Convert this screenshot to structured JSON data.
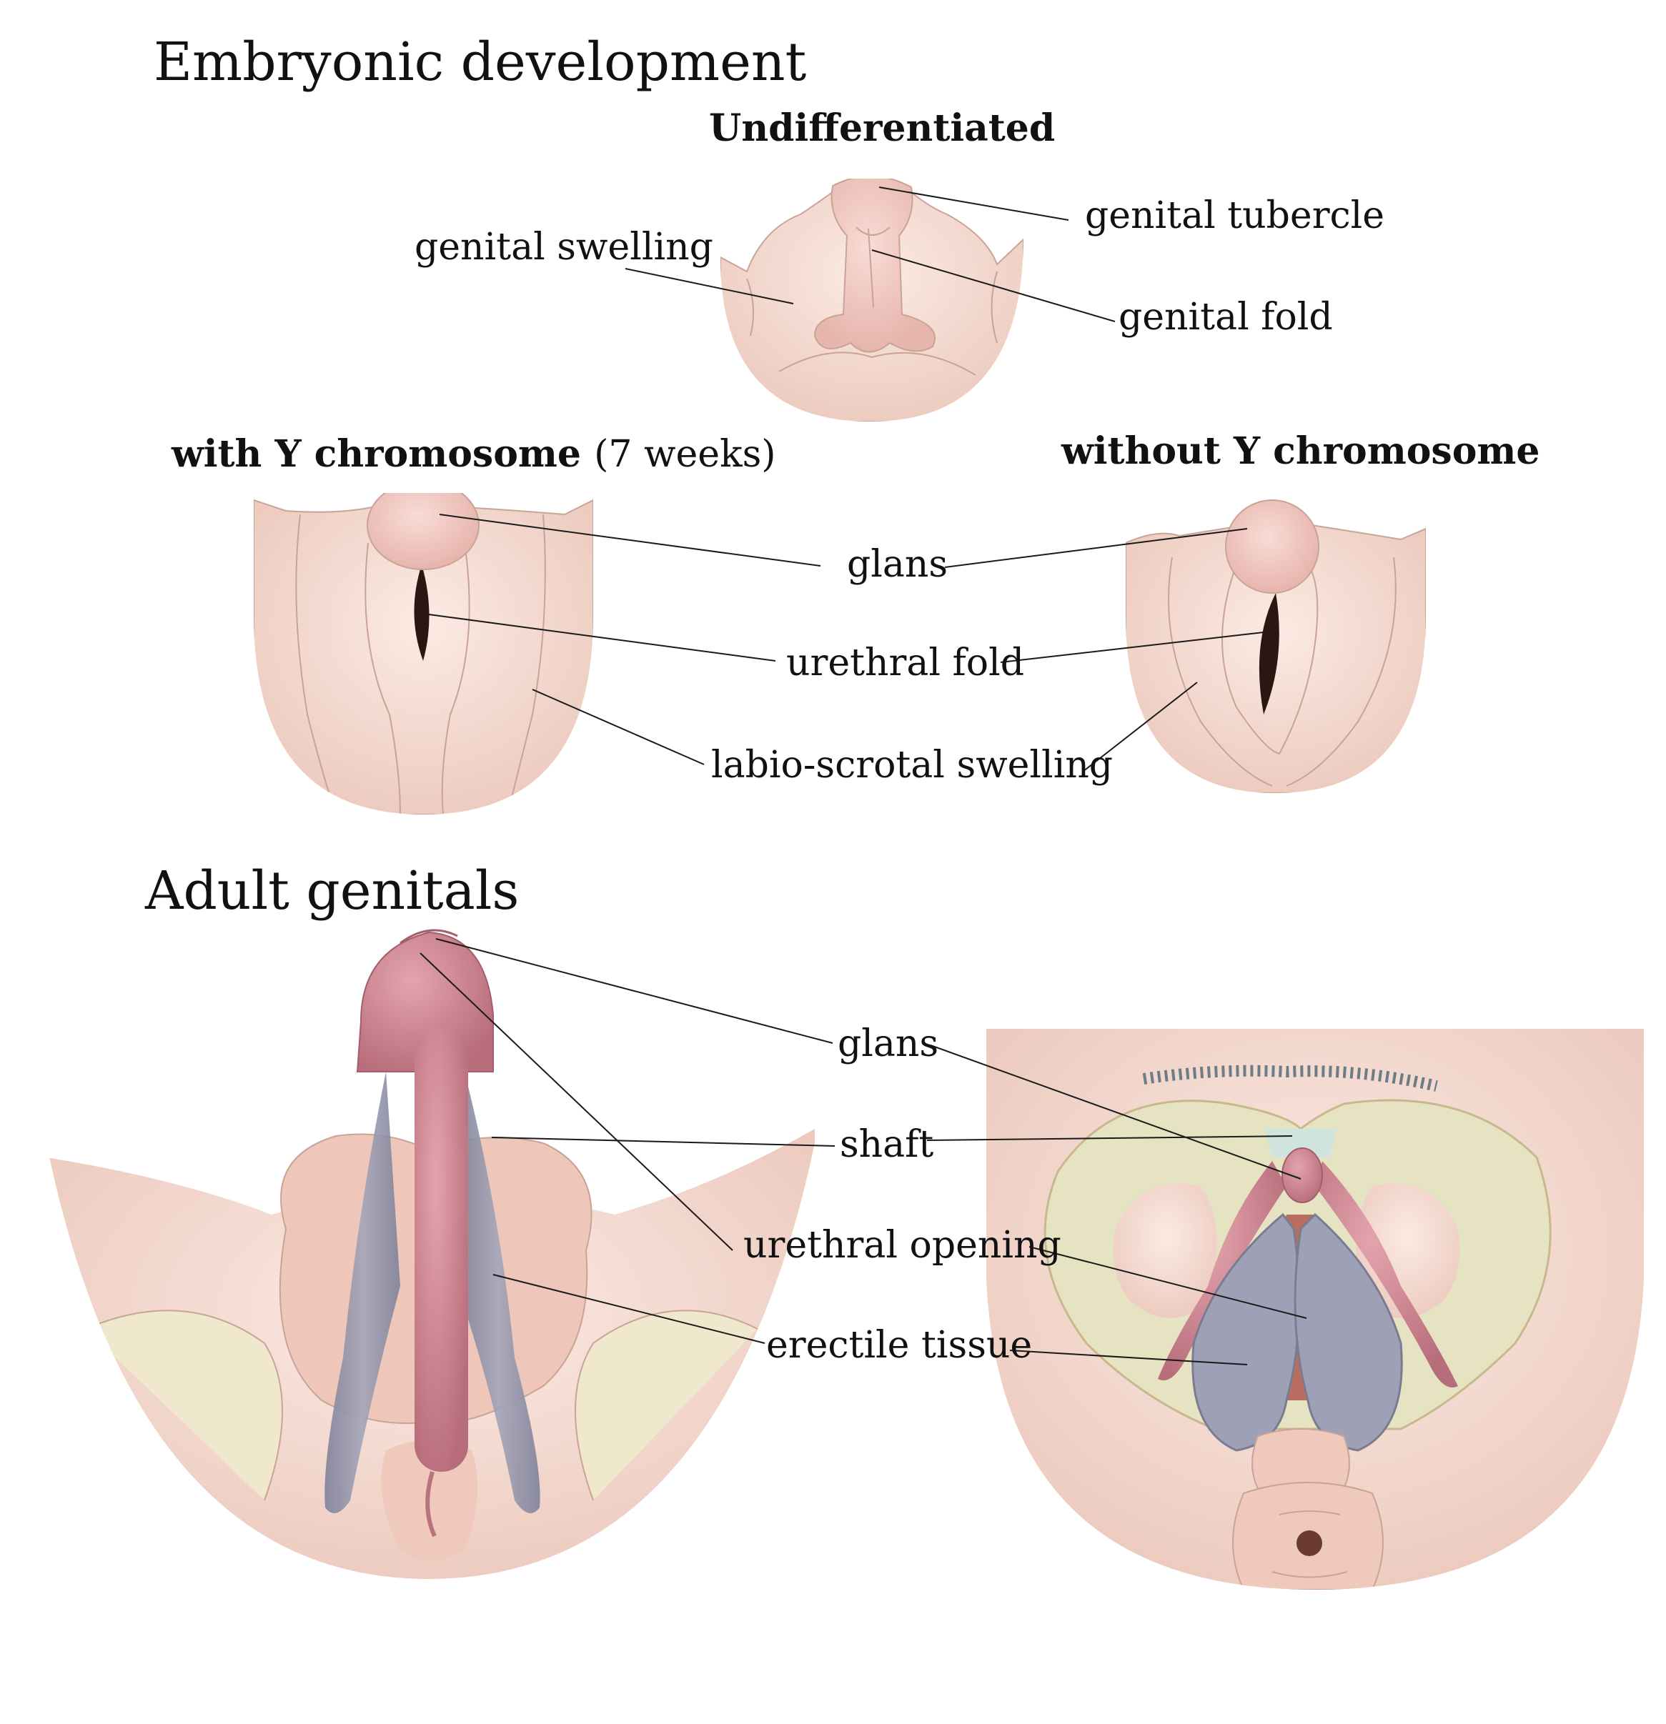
{
  "sections": {
    "embryonic": "Embryonic development",
    "adult": "Adult genitals"
  },
  "stages": {
    "undifferentiated": "Undifferentiated",
    "with_y": "with Y chromosome",
    "with_y_age": "(7 weeks)",
    "without_y": "without  Y chromosome"
  },
  "labels": {
    "genital_tubercle": "genital tubercle",
    "genital_swelling": "genital swelling",
    "genital_fold": "genital fold",
    "glans": "glans",
    "urethral_fold": "urethral fold",
    "labio_scrotal_swelling": "labio-scrotal swelling",
    "adult_glans": "glans",
    "shaft": "shaft",
    "urethral_opening": "urethral opening",
    "erectile_tissue": "erectile tissue"
  },
  "colors": {
    "skin": "#f4dcd3",
    "skin_dark": "#e8c3b6",
    "glans": "#c97f8c",
    "erectile": "#8f8fa6",
    "bone": "#eae7c8",
    "line": "#1a1a1a"
  }
}
